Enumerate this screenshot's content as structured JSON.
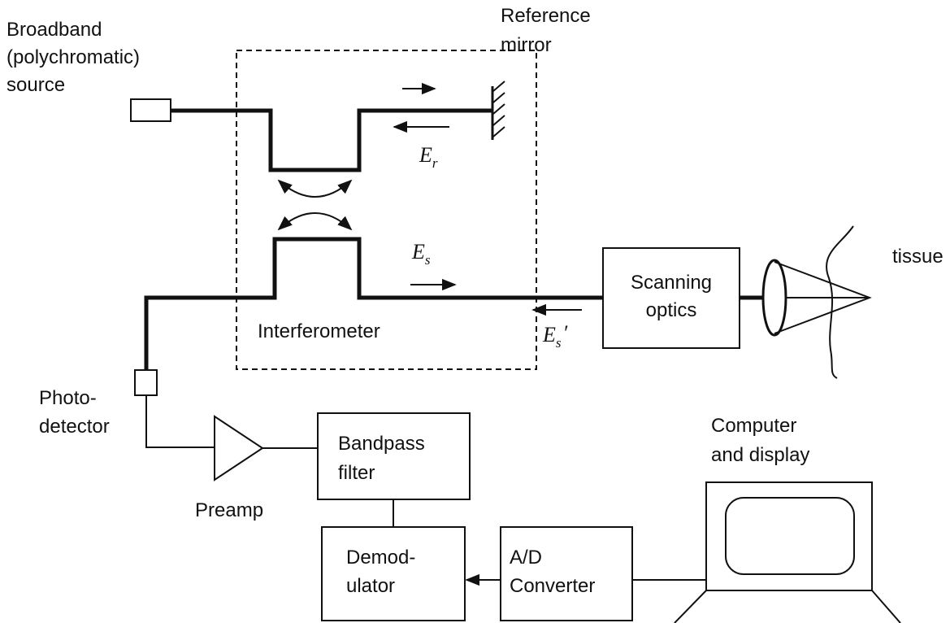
{
  "labels": {
    "source_line1": "Broadband",
    "source_line2": "(polychromatic)",
    "source_line3": "source",
    "mirror_line1": "Reference",
    "mirror_line2": "mirror",
    "interferometer": "Interferometer",
    "photo_line1": "Photo-",
    "photo_line2": "detector",
    "preamp": "Preamp",
    "tissue": "tissue",
    "computer_line1": "Computer",
    "computer_line2": "and display"
  },
  "boxes": {
    "scanning_line1": "Scanning",
    "scanning_line2": "optics",
    "bandpass_line1": "Bandpass",
    "bandpass_line2": "filter",
    "demod_line1": "Demod-",
    "demod_line2": "ulator",
    "adc_line1": "A/D",
    "adc_line2": "Converter"
  },
  "fields": {
    "er_main": "E",
    "er_sub": "r",
    "es_main": "E",
    "es_sub": "s",
    "esp_main": "E",
    "esp_sub": "s",
    "esp_prime": "′"
  }
}
